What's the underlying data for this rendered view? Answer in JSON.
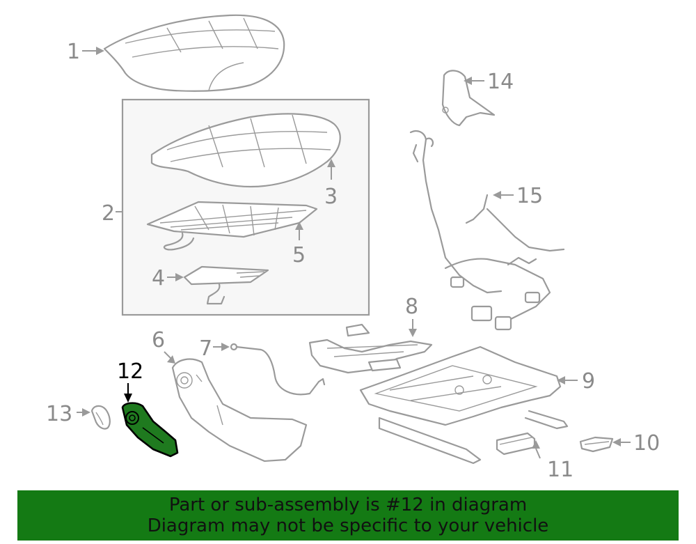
{
  "callouts": {
    "c1": "1",
    "c2": "2",
    "c3": "3",
    "c4": "4",
    "c5": "5",
    "c6": "6",
    "c7": "7",
    "c8": "8",
    "c9": "9",
    "c10": "10",
    "c11": "11",
    "c12": "12",
    "c13": "13",
    "c14": "14",
    "c15": "15"
  },
  "highlighted_part": "12",
  "colors": {
    "highlight_fill": "#1f7a1f",
    "banner_bg": "#147a14",
    "line_art": "#9a9a9a",
    "callout_text": "#8a8a8a"
  },
  "banner": {
    "line1": "Part or sub-assembly is #12 in diagram",
    "line2": "Diagram may not be specific to your vehicle"
  }
}
